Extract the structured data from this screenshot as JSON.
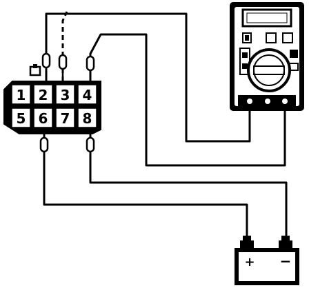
{
  "connector": {
    "pins": [
      "1",
      "2",
      "3",
      "4",
      "5",
      "6",
      "7",
      "8"
    ]
  },
  "battery": {
    "positive_sign": "+",
    "negative_sign": "−"
  },
  "colors": {
    "ink": "#000000",
    "paper": "#ffffff"
  }
}
